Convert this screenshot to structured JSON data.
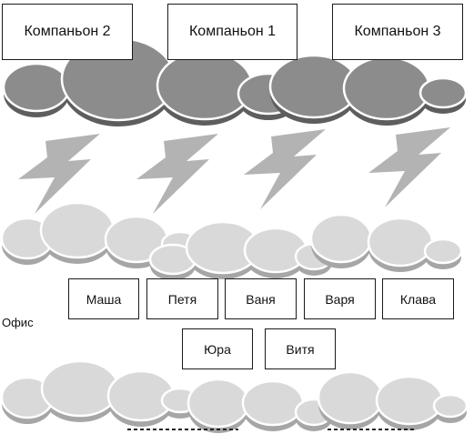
{
  "partners": [
    {
      "label": "Компаньон 2"
    },
    {
      "label": "Компаньон 1"
    },
    {
      "label": "Компаньон 3"
    }
  ],
  "team_row": [
    {
      "label": "Маша"
    },
    {
      "label": "Петя"
    },
    {
      "label": "Ваня"
    },
    {
      "label": "Варя"
    },
    {
      "label": "Клава"
    }
  ],
  "office": {
    "label": "Офис",
    "members": [
      {
        "label": "Юра"
      },
      {
        "label": "Витя"
      }
    ]
  },
  "colors": {
    "storm_cloud": "#8c8c8c",
    "storm_cloud_shadow": "#5e5e5e",
    "light_cloud": "#d9d9d9",
    "light_cloud_shadow": "#a6a6a6",
    "lightning": "#b3b3b3",
    "box_border": "#1a1a1a"
  }
}
